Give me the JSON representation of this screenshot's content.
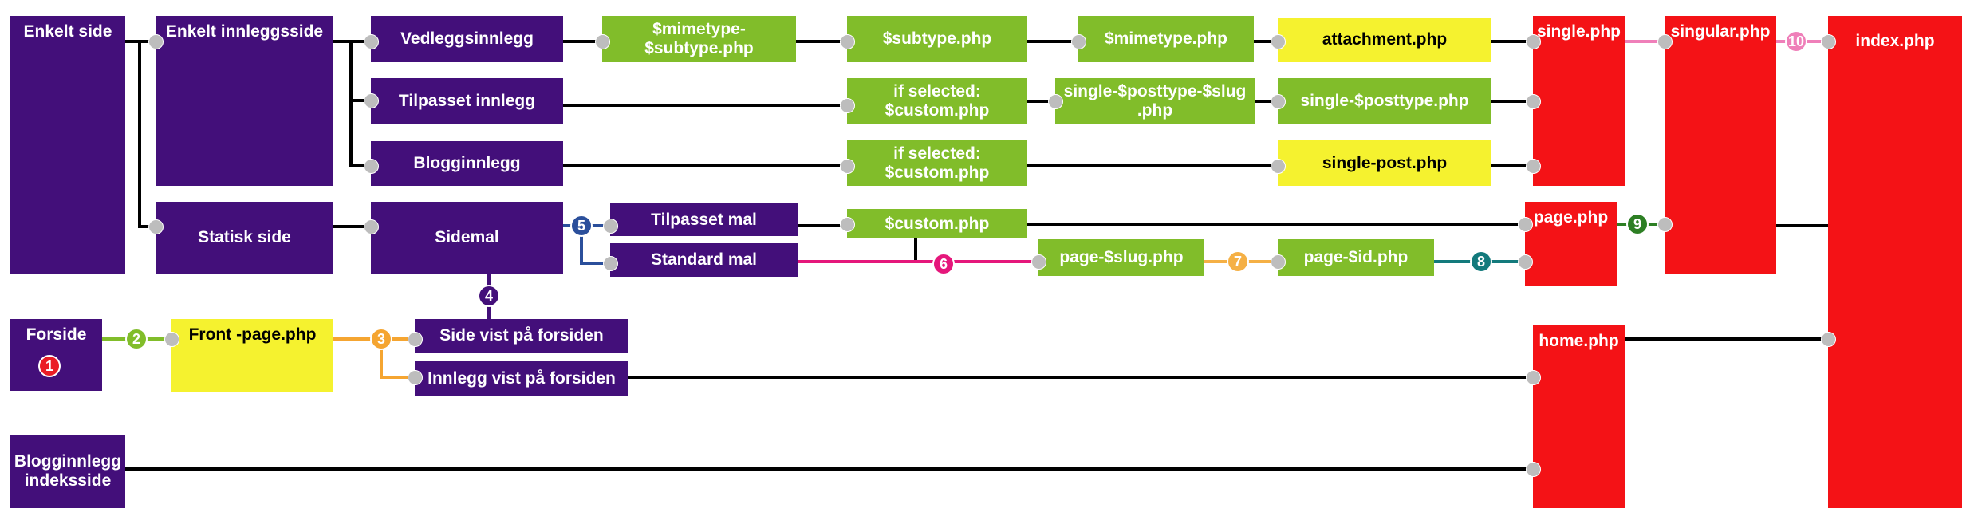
{
  "colors": {
    "purple": "#430f7a",
    "green": "#81bd2a",
    "yellow": "#f5f22f",
    "red": "#f41216",
    "line": "#000000",
    "connector": "#bdbdbd"
  },
  "boxes": {
    "enkelt_side": "Enkelt side",
    "enkelt_innleggsside": "Enkelt innleggsside",
    "vedleggsinnlegg": "Vedleggsinnlegg",
    "tilpasset_innlegg": "Tilpasset innlegg",
    "blogginnlegg": "Blogginnlegg",
    "statisk_side": "Statisk side",
    "sidemal": "Sidemal",
    "tilpasset_mal": "Tilpasset mal",
    "standard_mal": "Standard mal",
    "forside": "Forside",
    "front_page": "Front -page.php",
    "side_vist": "Side vist på forsiden",
    "innlegg_vist": "Innlegg vist på forsiden",
    "blogginnlegg_indeksside": "Blogginnlegg\nindeksside",
    "mimetype_subtype": "$mimetype-\n$subtype.php",
    "subtype": "$subtype.php",
    "mimetype": "$mimetype.php",
    "attachment": "attachment.php",
    "if_selected_custom_1": "if selected:\n$custom.php",
    "single_posttype_slug": "single-$posttype-$slug\n.php",
    "single_posttype": "single-$posttype.php",
    "if_selected_custom_2": "if selected:\n$custom.php",
    "single_post": "single-post.php",
    "custom": "$custom.php",
    "page_slug": "page-$slug.php",
    "page_id": "page-$id.php",
    "single": "single.php",
    "page": "page.php",
    "singular": "singular.php",
    "home": "home.php",
    "index": "index.php"
  },
  "badges": [
    {
      "key": "b1",
      "label": "1",
      "color": "#ea1d25"
    },
    {
      "key": "b2",
      "label": "2",
      "color": "#81bd2a"
    },
    {
      "key": "b3",
      "label": "3",
      "color": "#f5a531"
    },
    {
      "key": "b4",
      "label": "4",
      "color": "#430f7a"
    },
    {
      "key": "b5",
      "label": "5",
      "color": "#2b4f9b"
    },
    {
      "key": "b6",
      "label": "6",
      "color": "#e5177b"
    },
    {
      "key": "b7",
      "label": "7",
      "color": "#f5b045"
    },
    {
      "key": "b8",
      "label": "8",
      "color": "#137a7c"
    },
    {
      "key": "b9",
      "label": "9",
      "color": "#2d7f24"
    },
    {
      "key": "b10",
      "label": "10",
      "color": "#ef7fb9"
    }
  ]
}
